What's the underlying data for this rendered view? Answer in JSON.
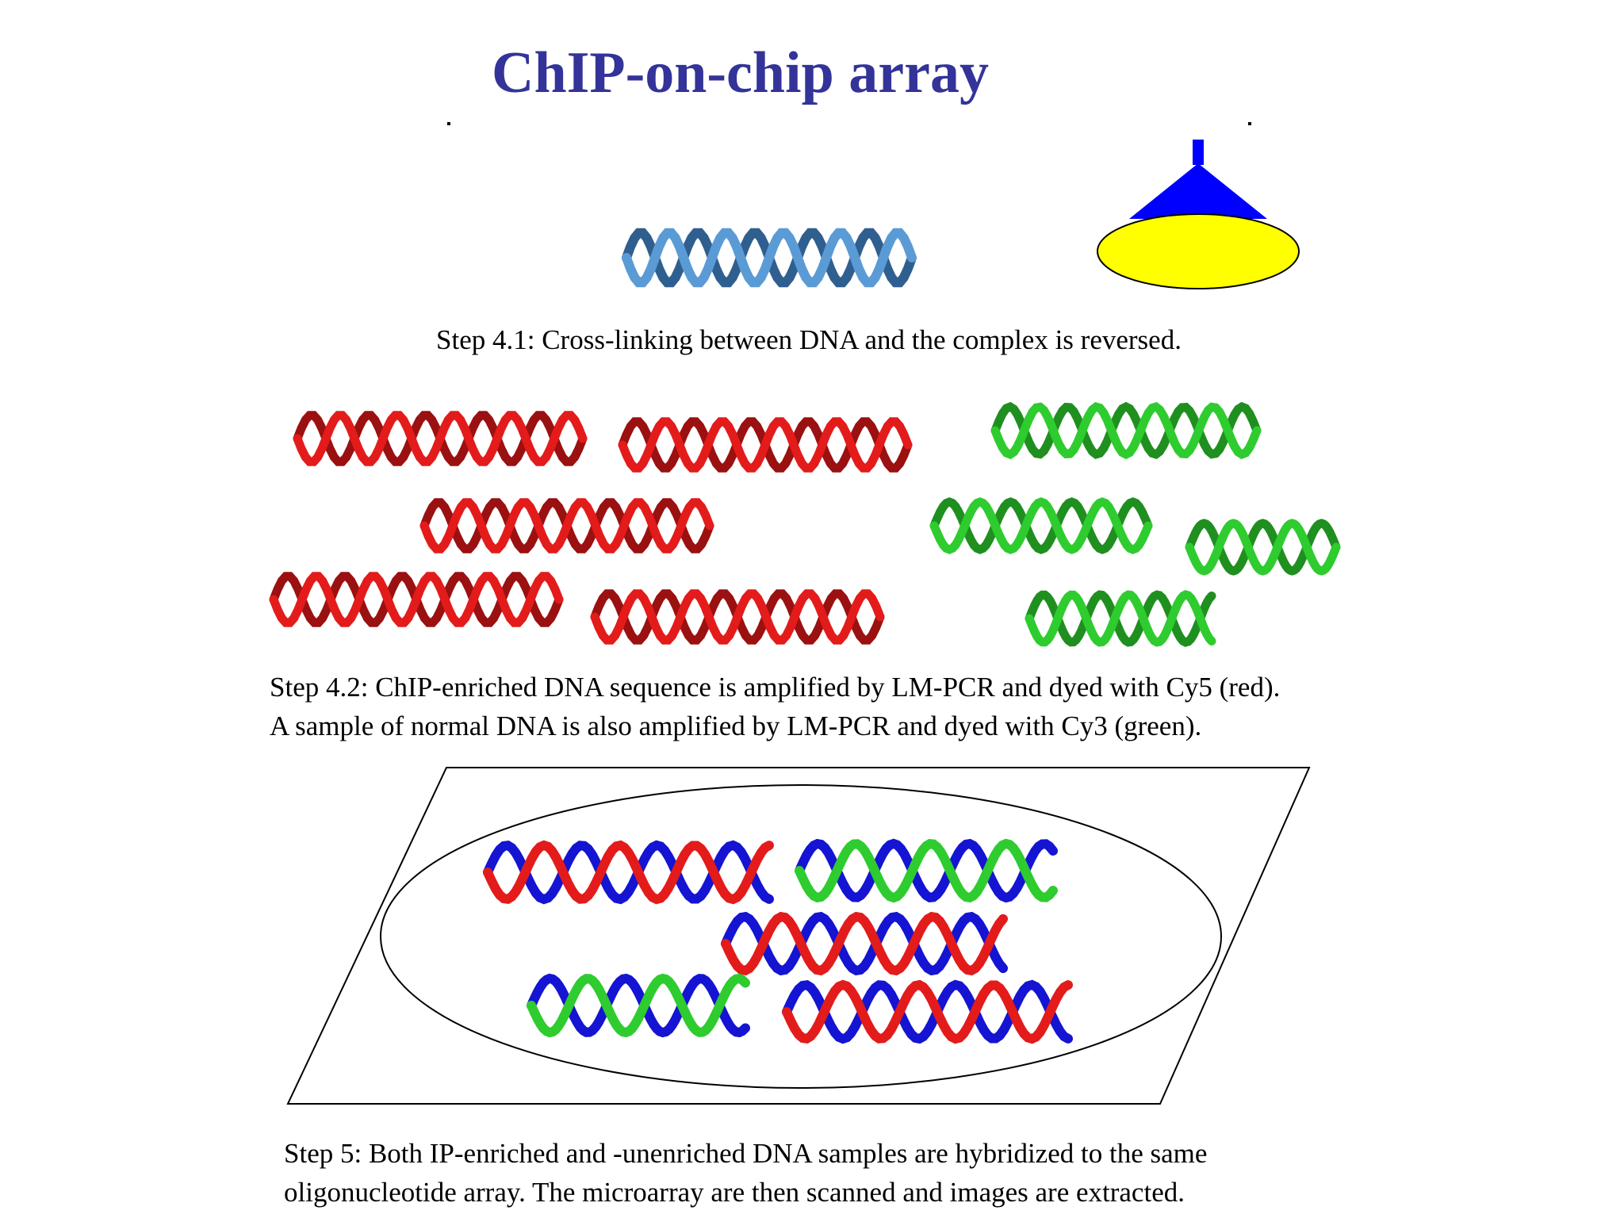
{
  "title": "ChIP-on-chip array",
  "steps": {
    "step41": "Step 4.1: Cross-linking between DNA and the complex is reversed.",
    "step42_line1": "Step 4.2: ChIP-enriched DNA sequence is amplified by LM-PCR and dyed with Cy5 (red).",
    "step42_line2": "A sample of normal DNA is also amplified by LM-PCR and dyed with Cy3 (green).",
    "step5_line1": "Step 5: Both IP-enriched and -unenriched DNA samples are hybridized to the same",
    "step5_line2": "oligonucleotide array. The microarray are then scanned and images are extracted."
  },
  "colors": {
    "title": "#333399",
    "dna_blue_light": "#5b9bd5",
    "dna_blue_dark": "#2f5f8f",
    "cy5_red": "#e31b1b",
    "cy3_green": "#2ecc2e",
    "probe_blue": "#1414d2",
    "antibody_blue": "#0000ff",
    "complex_yellow": "#ffff00"
  }
}
